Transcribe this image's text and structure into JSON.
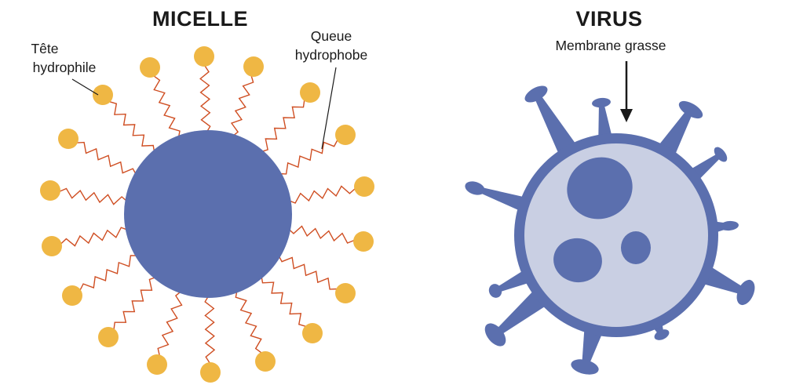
{
  "micelle": {
    "title": "MICELLE",
    "head_label_line1": "Tête",
    "head_label_line2": "hydrophile",
    "tail_label_line1": "Queue",
    "tail_label_line2": "hydrophobe"
  },
  "virus": {
    "title": "VIRUS",
    "membrane_label": "Membrane grasse"
  },
  "colors": {
    "core": "#5b6fae",
    "head": "#efb744",
    "tail": "#cf4e22",
    "virus_inner": "#c9cfe3",
    "text": "#1a1a1a"
  }
}
